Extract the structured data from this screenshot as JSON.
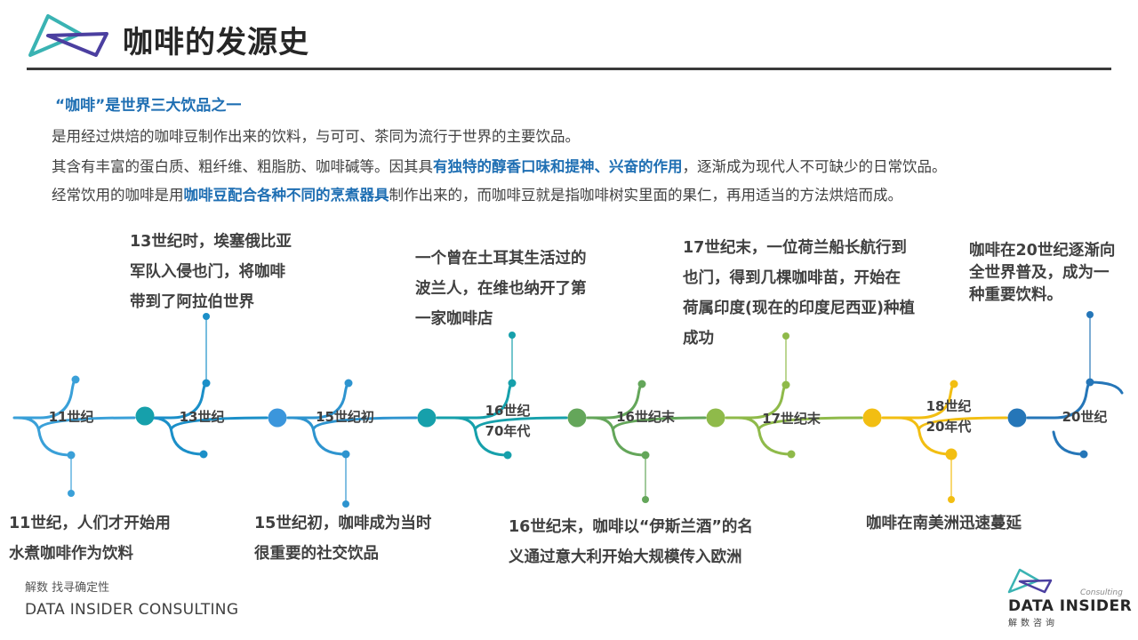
{
  "header": {
    "title": "咖啡的发源史"
  },
  "intro": {
    "subtitle": "“咖啡”是世界三大饮品之一",
    "line1": "是用经过烘焙的咖啡豆制作出来的饮料，与可可、茶同为流行于世界的主要饮品。",
    "line2_a": "其含有丰富的蛋白质、粗纤维、粗脂肪、咖啡碱等。因其具",
    "line2_b": "有独特的醇香口味和提神、兴奋的作用",
    "line2_c": "，逐渐成为现代人不可缺少的日常饮品。",
    "line3_a": "经常饮用的咖啡是用",
    "line3_b": "咖啡豆配合各种不同的烹煮器具",
    "line3_c": "制作出来的，而咖啡豆就是指咖啡树实里面的果仁，再用适当的方法烘焙而成。"
  },
  "timeline": {
    "nodes": [
      {
        "label": [
          "11世纪"
        ],
        "color": "#3aa0d8"
      },
      {
        "label": [
          "13世纪"
        ],
        "color": "#1b8fc8"
      },
      {
        "label": [
          "15世纪初"
        ],
        "color": "#2e94cf"
      },
      {
        "label": [
          "16世纪",
          "70年代"
        ],
        "color": "#16a0ab"
      },
      {
        "label": [
          "16世纪末"
        ],
        "color": "#64a65a"
      },
      {
        "label": [
          "17世纪末"
        ],
        "color": "#8fba4a"
      },
      {
        "label": [
          "18世纪",
          "20年代"
        ],
        "color": "#f2be12"
      },
      {
        "label": [
          "20世纪"
        ],
        "color": "#2576b8"
      }
    ],
    "dot_colors": [
      "#16a0ab",
      "#3b96dc",
      "#16a0ab",
      "#64a65a",
      "#8fba4a",
      "#f2be12",
      "#2576b8"
    ],
    "events_top": [
      {
        "lines": [
          "13世纪时，埃塞俄比亚",
          "军队入侵也门，将咖啡",
          "带到了阿拉伯世界"
        ]
      },
      {
        "lines": [
          "一个曾在土耳其生活过的",
          "波兰人，在维也纳开了第",
          "一家咖啡店"
        ]
      },
      {
        "lines": [
          "17世纪末，一位荷兰船长航行到",
          "也门，得到几棵咖啡苗，开始在",
          "荷属印度(现在的印度尼西亚)种植",
          "成功"
        ]
      },
      {
        "lines": [
          "咖啡在20世纪逐渐向",
          "全世界普及，成为一",
          "种重要饮料。"
        ]
      }
    ],
    "events_bottom": [
      {
        "lines": [
          "11世纪，人们才开始用",
          "水煮咖啡作为饮料"
        ]
      },
      {
        "lines": [
          "15世纪初，咖啡成为当时",
          "很重要的社交饮品"
        ]
      },
      {
        "lines": [
          "16世纪末，咖啡以“伊斯兰酒”的名",
          "义通过意大利开始大规模传入欧洲"
        ]
      },
      {
        "lines": [
          "咖啡在南美洲迅速蔓延"
        ]
      }
    ]
  },
  "footer": {
    "tagline": "解数 找寻确定性",
    "company": "DATA INSIDER CONSULTING",
    "brand_small": "Consulting",
    "brand_name": "DATA INSIDER",
    "brand_cn": "解数咨询"
  }
}
